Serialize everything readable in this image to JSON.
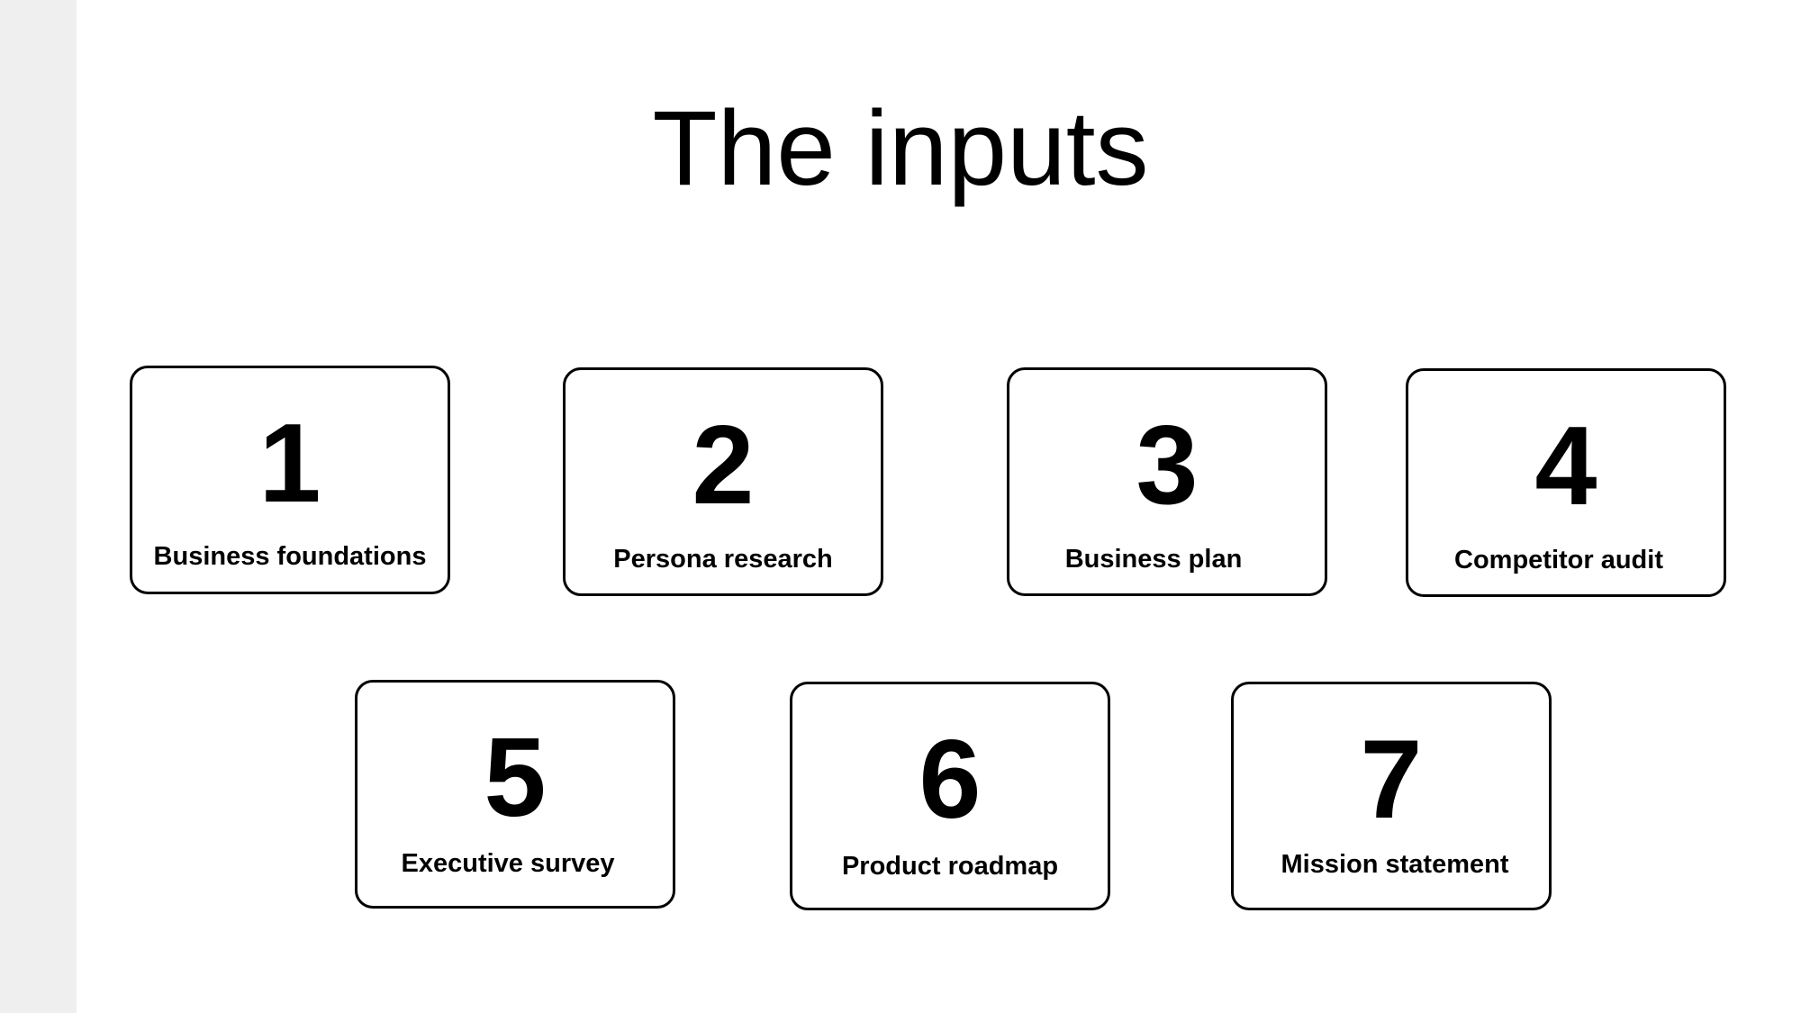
{
  "slide": {
    "title": "The inputs",
    "cards": [
      {
        "number": "1",
        "label": "Business foundations"
      },
      {
        "number": "2",
        "label": "Persona research"
      },
      {
        "number": "3",
        "label": "Business plan"
      },
      {
        "number": "4",
        "label": "Competitor audit"
      },
      {
        "number": "5",
        "label": "Executive survey"
      },
      {
        "number": "6",
        "label": "Product roadmap"
      },
      {
        "number": "7",
        "label": "Mission statement"
      }
    ]
  }
}
